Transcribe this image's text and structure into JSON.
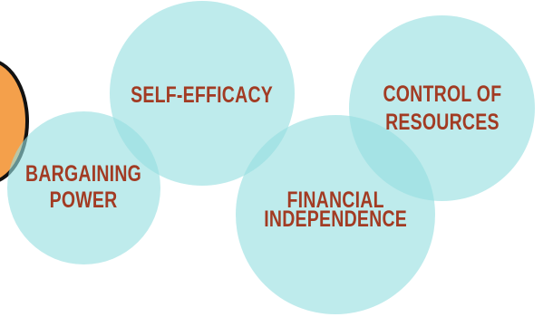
{
  "colors": {
    "circle_fill": "rgba(150, 222, 224, 0.62)",
    "label_color": "#a23b23",
    "orange_shape": "#f4a04b",
    "orange_outline": "#111111"
  },
  "diagram": {
    "circles": [
      {
        "id": "bargaining",
        "lines": [
          "BARGAINING",
          "POWER"
        ]
      },
      {
        "id": "self",
        "lines": [
          "SELF-EFFICACY"
        ]
      },
      {
        "id": "financial",
        "lines": [
          "FINANCIAL",
          "INDEPENDENCE"
        ]
      },
      {
        "id": "control",
        "lines": [
          "CONTROL OF",
          "RESOURCES"
        ]
      }
    ]
  }
}
